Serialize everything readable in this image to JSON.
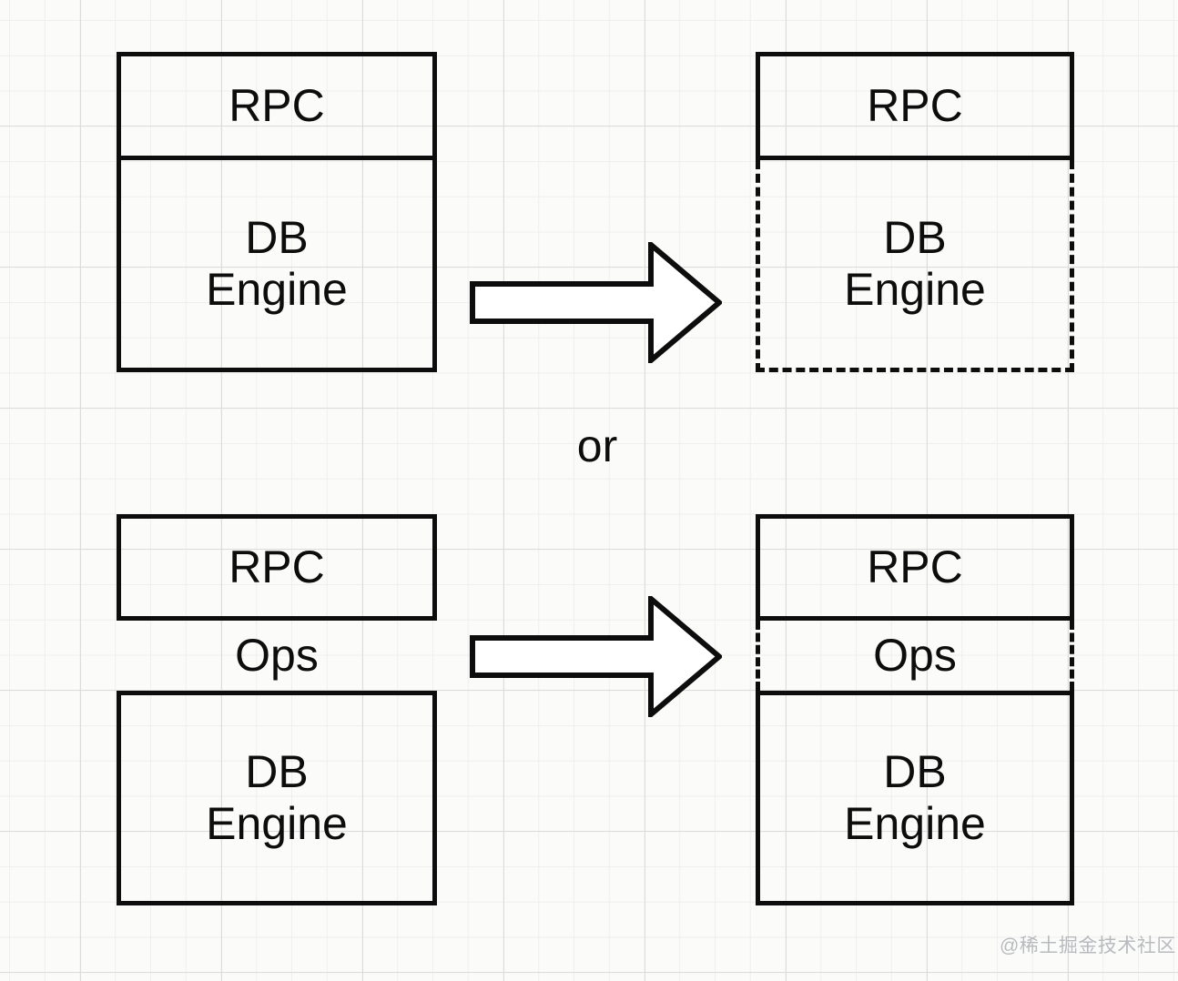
{
  "canvas": {
    "or_label": "or",
    "watermark": "@稀土掘金技术社区",
    "colors": {
      "stroke": "#0d0d0d",
      "background": "#fbfbfa",
      "grid_minor": "#efefee",
      "grid_major": "#dcdcdc",
      "watermark_text": "#b7bbbe",
      "arrow_fill": "#ffffff"
    }
  },
  "boxes": {
    "top_left": {
      "rpc_label": "RPC",
      "db_line1": "DB",
      "db_line2": "Engine",
      "db_border": "solid"
    },
    "top_right": {
      "rpc_label": "RPC",
      "db_line1": "DB",
      "db_line2": "Engine",
      "db_border": "dashed"
    },
    "bottom_left": {
      "rpc_label": "RPC",
      "ops_label": "Ops",
      "ops_border": "solid",
      "db_line1": "DB",
      "db_line2": "Engine",
      "db_border": "solid"
    },
    "bottom_right": {
      "rpc_label": "RPC",
      "ops_label": "Ops",
      "ops_border": "dashed-sides",
      "db_line1": "DB",
      "db_line2": "Engine",
      "db_border": "solid"
    }
  }
}
